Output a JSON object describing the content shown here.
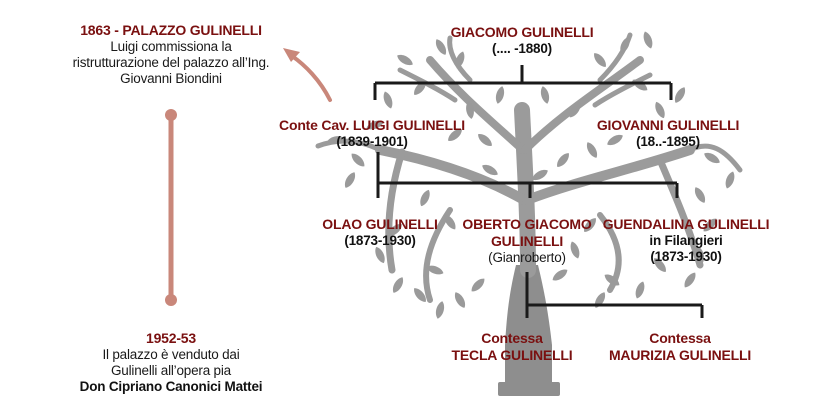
{
  "left_panel": {
    "event1": {
      "title": "1863 - PALAZZO GULINELLI",
      "lines": [
        "Luigi commissiona la",
        "ristrutturazione del palazzo all’Ing.",
        "Giovanni Biondini"
      ]
    },
    "event2": {
      "title": "1952-53",
      "lines": [
        "Il palazzo è venduto dai",
        "Gulinelli all’opera pia"
      ],
      "bold_line": "Don Cipriano Canonici Mattei"
    }
  },
  "tree": {
    "root": {
      "name": "GIACOMO GULINELLI",
      "dates": "(.... -1880)"
    },
    "gen2": [
      {
        "name": "Conte Cav. LUIGI GULINELLI",
        "dates": "(1839-1901)"
      },
      {
        "name": "GIOVANNI GULINELLI",
        "dates": "(18..-1895)"
      }
    ],
    "gen3": [
      {
        "name": "OLAO GULINELLI",
        "dates": "(1873-1930)"
      },
      {
        "name_line1": "OBERTO GIACOMO",
        "name_line2": "GULINELLI",
        "alias": "(Gianroberto)"
      },
      {
        "name": "GUENDALINA GULINELLI",
        "extra": "in Filangieri",
        "dates": "(1873-1930)"
      }
    ],
    "gen4": [
      {
        "title": "Contessa",
        "name": "TECLA GULINELLI"
      },
      {
        "title": "Contessa",
        "name": "MAURIZIA GULINELLI"
      }
    ]
  },
  "colors": {
    "accent_red": "#7a1010",
    "timeline_salmon": "#c9877a",
    "tree_gray": "#8e8e8e",
    "leaf_gray": "#9a9a9a",
    "connector": "#1a1a1a"
  }
}
